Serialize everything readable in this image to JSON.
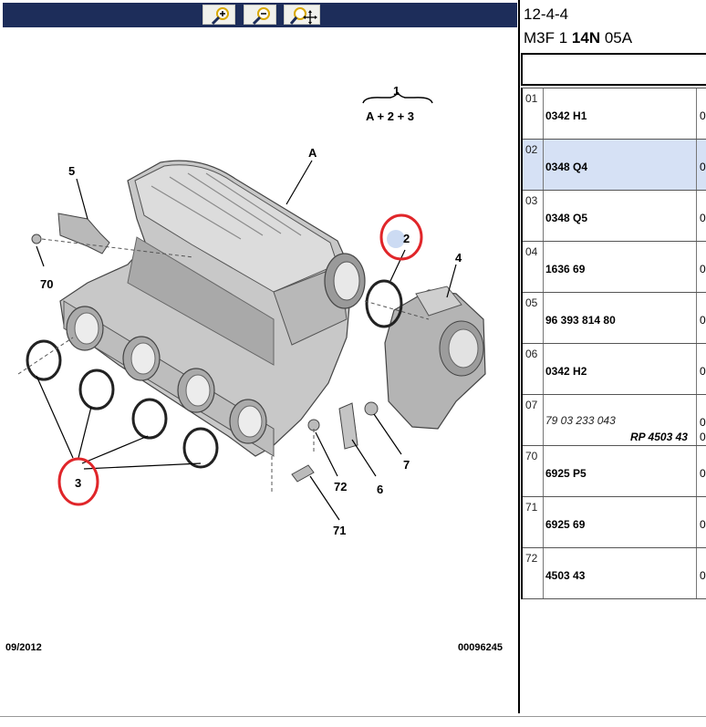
{
  "toolbar": {
    "buttons": [
      {
        "name": "zoom-in",
        "icon": "zoom-in-icon"
      },
      {
        "name": "zoom-out",
        "icon": "zoom-out-icon"
      },
      {
        "name": "zoom-pan",
        "icon": "zoom-move-icon"
      }
    ]
  },
  "diagram": {
    "formula_top": "1",
    "formula_bottom": "A + 2 + 3",
    "labels": {
      "A": "A",
      "n5": "5",
      "n70": "70",
      "n2": "2",
      "n4": "4",
      "n3": "3",
      "n72": "72",
      "n6": "6",
      "n7": "7",
      "n71": "71"
    },
    "highlight_color": "#e0262a",
    "date": "09/2012",
    "code": "00096245"
  },
  "header": {
    "section": "12-4-4",
    "ref_prefix": "M3F 1 ",
    "ref_bold": "14N",
    "ref_suffix": " 05A"
  },
  "parts": [
    {
      "index": "01",
      "ref": "0342 H1",
      "qty": "0"
    },
    {
      "index": "02",
      "ref": "0348 Q4",
      "qty": "0"
    },
    {
      "index": "03",
      "ref": "0348 Q5",
      "qty": "0"
    },
    {
      "index": "04",
      "ref": "1636 69",
      "qty": "0"
    },
    {
      "index": "05",
      "ref": "96 393 814 80",
      "qty": "0"
    },
    {
      "index": "06",
      "ref": "0342 H2",
      "qty": "0"
    },
    {
      "index": "07",
      "ref": "79 03 233 043",
      "sub": "RP 4503 43",
      "qty": "0",
      "qty2": "0"
    },
    {
      "index": "70",
      "ref": "6925 P5",
      "qty": "0"
    },
    {
      "index": "71",
      "ref": "6925 69",
      "qty": "0"
    },
    {
      "index": "72",
      "ref": "4503 43",
      "qty": "0"
    }
  ],
  "selected_color": "#d6e1f5"
}
